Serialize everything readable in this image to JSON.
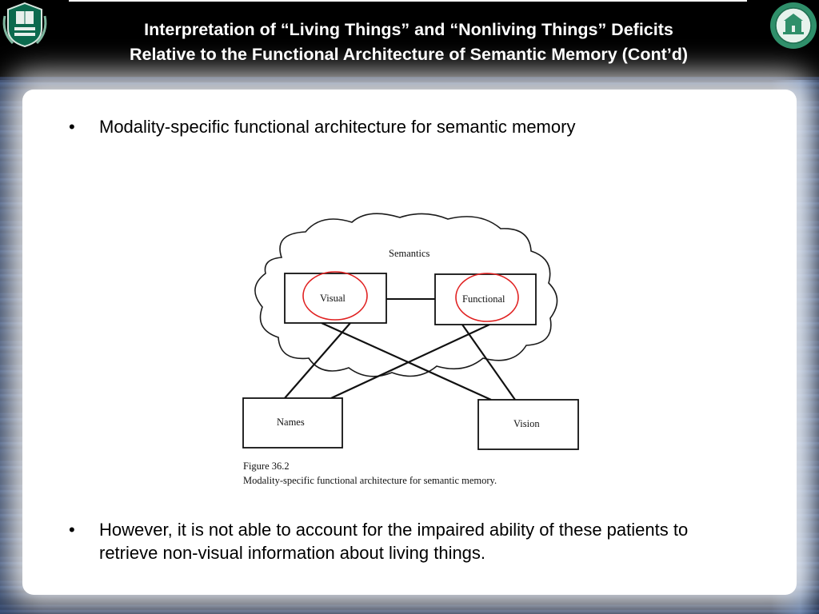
{
  "title": {
    "line1": "Interpretation of “Living Things” and “Nonliving Things” Deficits",
    "line2": "Relative to the Functional Architecture of Semantic Memory (Cont’d)"
  },
  "logos": {
    "left_icon": "university-crest-icon",
    "right_icon": "university-seal-icon"
  },
  "bullets": [
    {
      "marker": "•",
      "text": "Modality-specific functional architecture for semantic memory"
    },
    {
      "marker": "•",
      "text": "However, it is not able to account for the impaired ability of these patients to retrieve non-visual information about living things."
    }
  ],
  "diagram": {
    "cloud_label": "Semantics",
    "nodes": {
      "visual": "Visual",
      "functional": "Functional",
      "names": "Names",
      "vision": "Vision"
    },
    "highlight_color": "#e02020",
    "caption_number": "Figure 36.2",
    "caption_text": "Modality-specific functional architecture for semantic memory."
  },
  "colors": {
    "header_bg": "#000000",
    "title_text": "#ffffff",
    "panel_bg": "#ffffff"
  }
}
